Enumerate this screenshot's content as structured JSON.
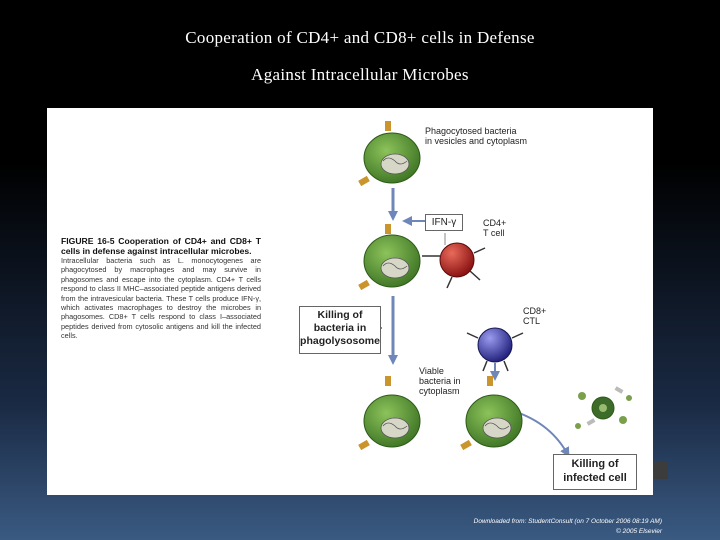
{
  "slide": {
    "title_line1": "Cooperation of CD4+ and CD8+ cells in Defense",
    "title_line2": "Against Intracellular Microbes"
  },
  "figure": {
    "caption_head": "FIGURE 16-5 Cooperation of CD4+ and CD8+ T cells in defense against intracellular microbes.",
    "caption_body": "Intracellular bacteria such as L. monocytogenes are phagocytosed by macrophages and may survive in phagosomes and escape into the cytoplasm. CD4+ T cells respond to class II MHC–associated peptide antigens derived from the intravesicular bacteria. These T cells produce IFN-γ, which activates macrophages to destroy the microbes in phagosomes. CD8+ T cells respond to class I–associated peptides derived from cytosolic antigens and kill the infected cells.",
    "labels": {
      "phagocytosed_line1": "Phagocytosed bacteria",
      "phagocytosed_line2": "in vesicles and cytoplasm",
      "ifn": "IFN-γ",
      "cd4_line1": "CD4+",
      "cd4_line2": "T cell",
      "cd8_line1": "CD8+",
      "cd8_line2": "CTL",
      "viable_line1": "Viable",
      "viable_line2": "bacteria in",
      "viable_line3": "cytoplasm",
      "killing_bacteria_line1": "Killing of",
      "killing_bacteria_line2": "bacteria in",
      "killing_bacteria_line3": "phagolysosome",
      "killing_infected_line1": "Killing of",
      "killing_infected_line2": "infected cell"
    },
    "colors": {
      "macrophage": "#4e8a2e",
      "cd4_cell": "#b32222",
      "ctl_cell": "#3a3aa0",
      "arrow": "#6f86b8",
      "receptor": "#c9952c"
    }
  },
  "credit": {
    "line1": "Downloaded from: StudentConsult (on 7 October 2006 08:19 AM)",
    "line2": "© 2005 Elsevier"
  }
}
